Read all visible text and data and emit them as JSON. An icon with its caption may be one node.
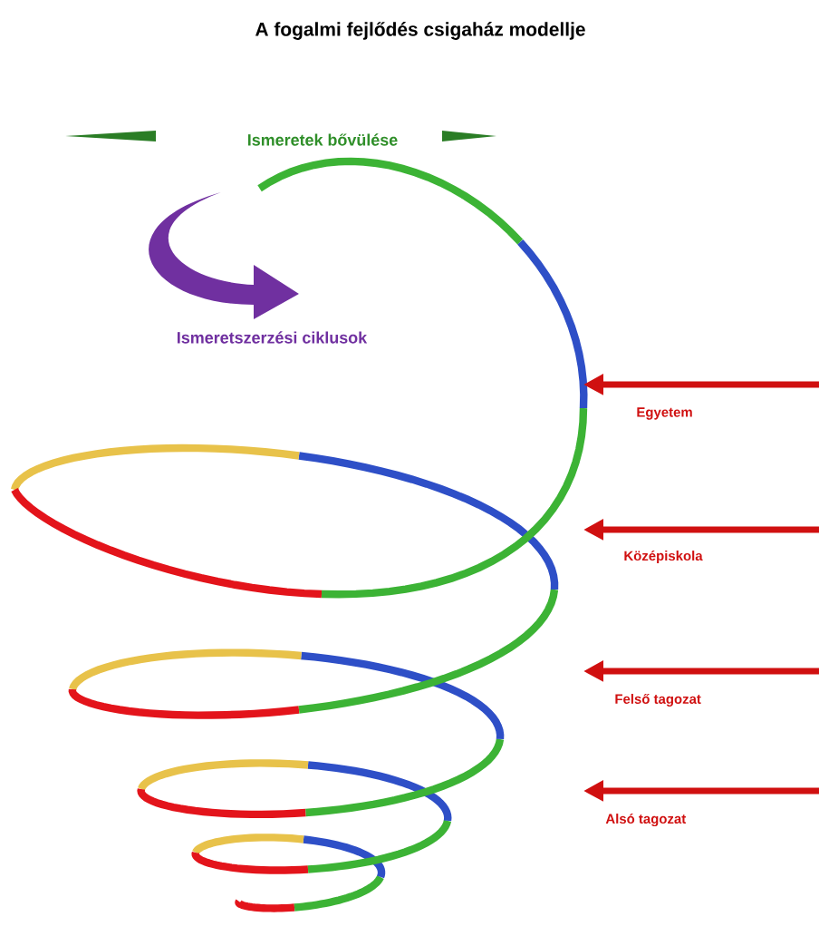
{
  "diagram": {
    "title": "A fogalmi fejlődés csigaház modellje",
    "labels": [
      "Ismeretek bővülése",
      "Ismeretszerzési ciklusok",
      "Egyetem",
      "Középiskola",
      "Felső tagozat",
      "Alsó tagozat"
    ]
  }
}
